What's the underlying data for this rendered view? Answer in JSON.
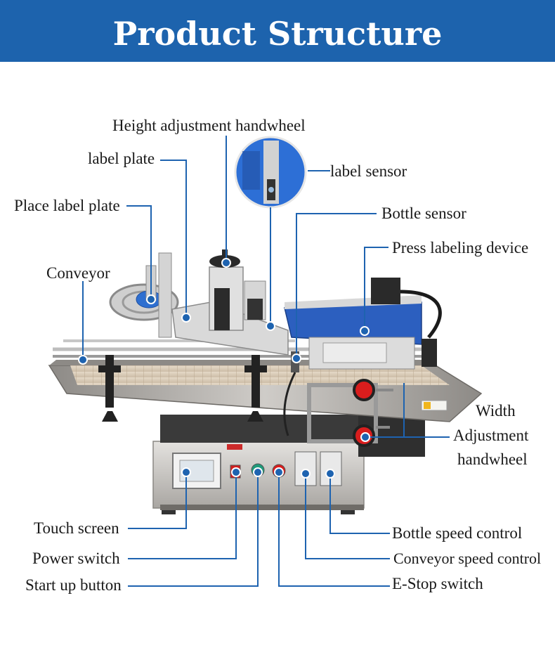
{
  "header": {
    "title": "Product Structure"
  },
  "colors": {
    "header_bg": "#1d63ad",
    "callout": "#1e63b0",
    "machine_steel": "#c9c6c2",
    "machine_blue": "#2e6fd0",
    "knob_red": "#e02020"
  },
  "callouts": {
    "height_adjustment_handwheel": "Height adjustment handwheel",
    "label_plate": "label plate",
    "label_sensor": "label sensor",
    "place_label_plate": "Place label plate",
    "bottle_sensor": "Bottle sensor",
    "press_labeling_device": "Press labeling device",
    "conveyor": "Conveyor",
    "width_adjustment_line1": "Width",
    "width_adjustment_line2": "Adjustment",
    "width_adjustment_line3": "handwheel",
    "touch_screen": "Touch screen",
    "power_switch": "Power switch",
    "start_up_button": "Start up button",
    "bottle_speed_control": "Bottle speed control",
    "conveyor_speed_control": "Conveyor speed control",
    "e_stop_switch": "E-Stop switch"
  }
}
